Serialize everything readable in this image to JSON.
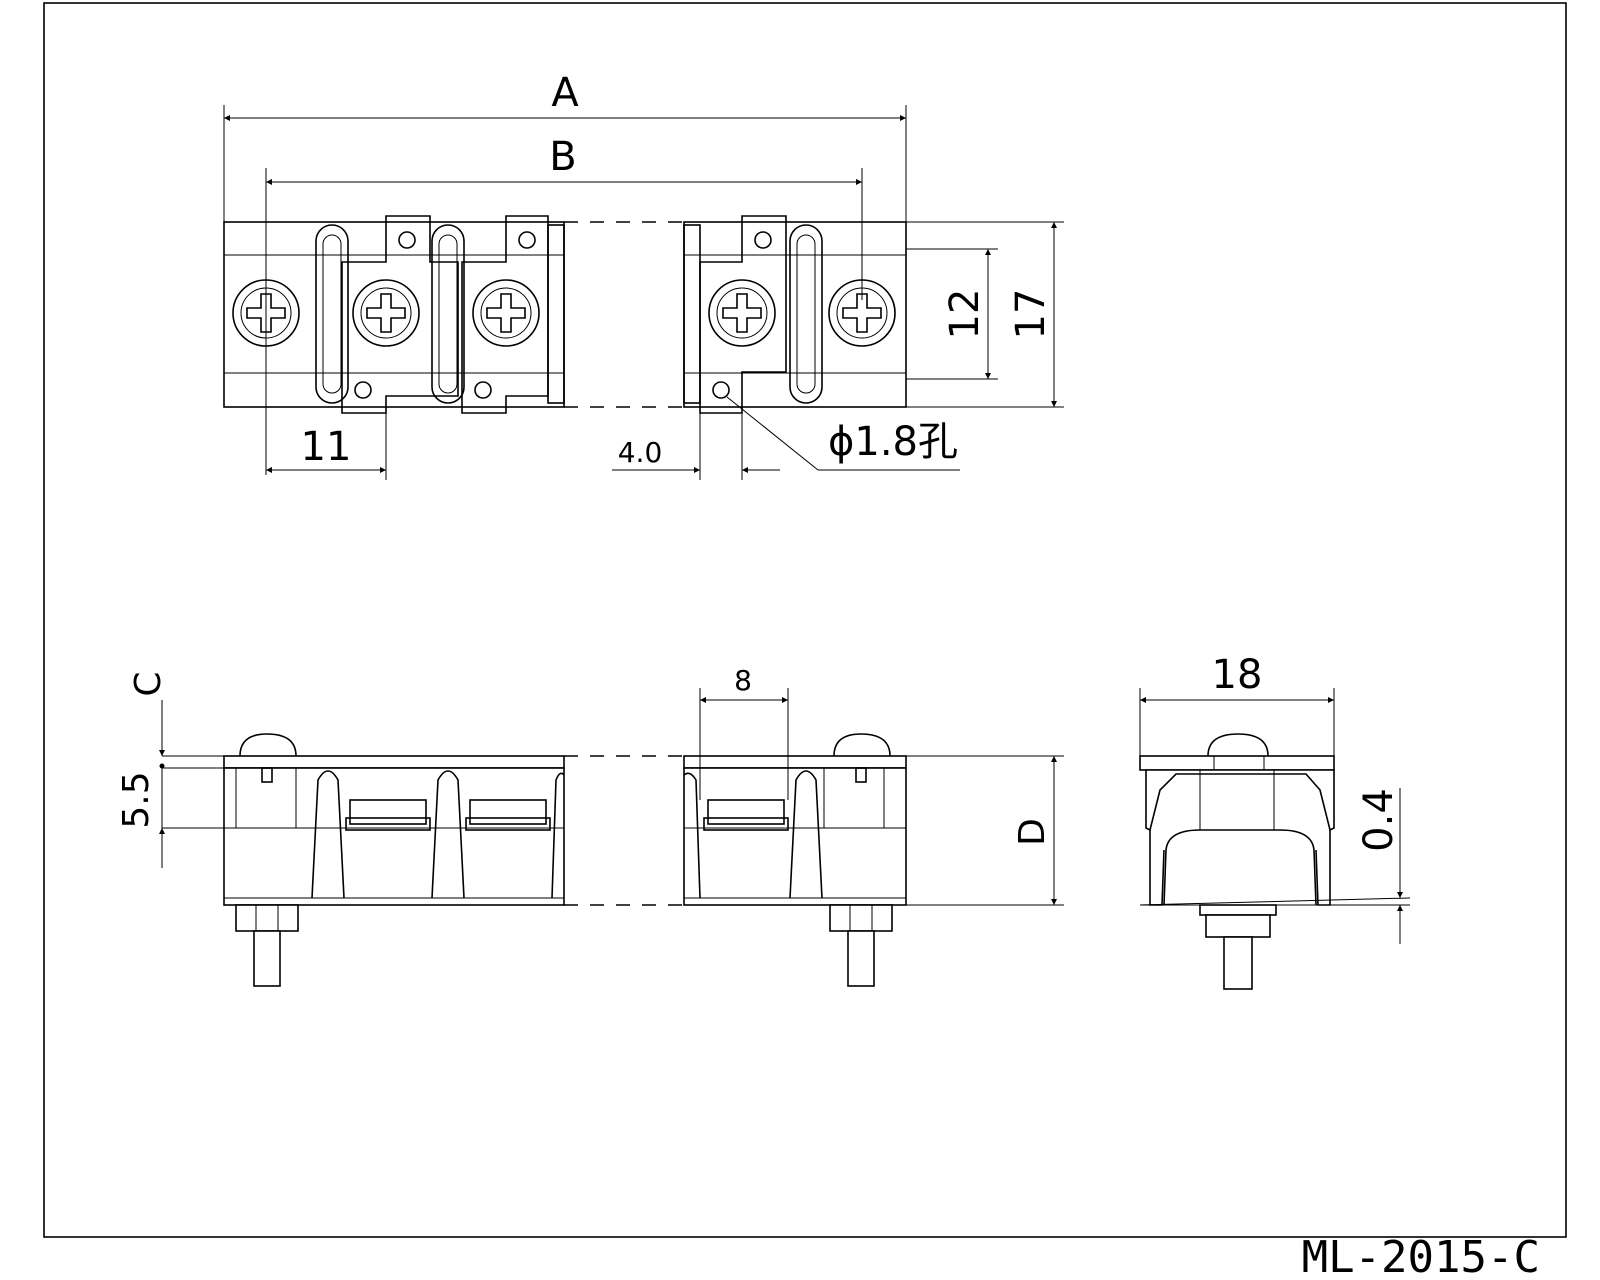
{
  "drawing": {
    "model": "ML-2015-C",
    "top_view": {
      "dim_a": "A",
      "dim_b": "B",
      "dim_12": "12",
      "dim_17": "17",
      "dim_11": "11",
      "dim_4_0": "4.0",
      "hole_note": "ϕ1.8孔"
    },
    "front_view": {
      "dim_c": "C",
      "dim_5_5": "5.5",
      "dim_8": "8",
      "dim_d": "D"
    },
    "side_view": {
      "dim_18": "18",
      "dim_0_4": "0.4"
    }
  }
}
